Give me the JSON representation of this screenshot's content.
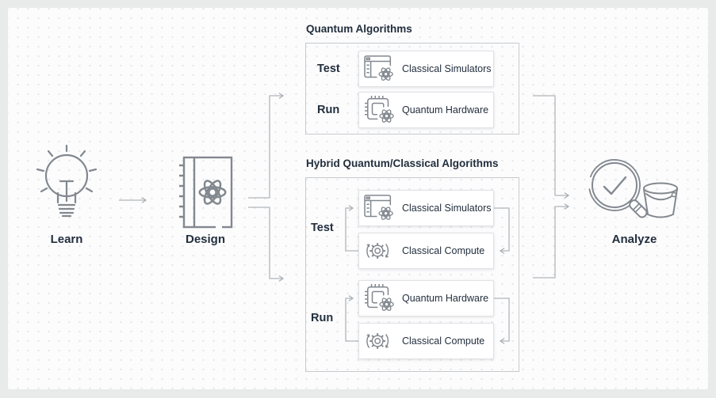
{
  "page": {
    "background": "#e9ebeb",
    "card_background": "#fcfcfd"
  },
  "colors": {
    "text": "#232f3e",
    "icon_stroke": "#82888f",
    "connector": "#b1b6ba",
    "outer_box_border": "#c6cacd",
    "item_box_border": "#dfe2e4",
    "item_box_background": "#ffffff"
  },
  "stages": {
    "learn": {
      "label": "Learn",
      "icon": "lightbulb-icon"
    },
    "design": {
      "label": "Design",
      "icon": "notebook-atom-icon"
    },
    "analyze": {
      "label": "Analyze",
      "icon": "magnifier-check-bucket-icon"
    }
  },
  "quantum_algorithms": {
    "title": "Quantum Algorithms",
    "rows": [
      {
        "label": "Test",
        "item": "Classical Simulators",
        "icon": "classical-simulators-icon"
      },
      {
        "label": "Run",
        "item": "Quantum Hardware",
        "icon": "quantum-hardware-icon"
      }
    ]
  },
  "hybrid_algorithms": {
    "title": "Hybrid Quantum/Classical Algorithms",
    "groups": [
      {
        "label": "Test",
        "items": [
          {
            "name": "Classical Simulators",
            "icon": "classical-simulators-icon"
          },
          {
            "name": "Classical Compute",
            "icon": "classical-compute-icon"
          }
        ]
      },
      {
        "label": "Run",
        "items": [
          {
            "name": "Quantum Hardware",
            "icon": "quantum-hardware-icon"
          },
          {
            "name": "Classical Compute",
            "icon": "classical-compute-icon"
          }
        ]
      }
    ]
  }
}
